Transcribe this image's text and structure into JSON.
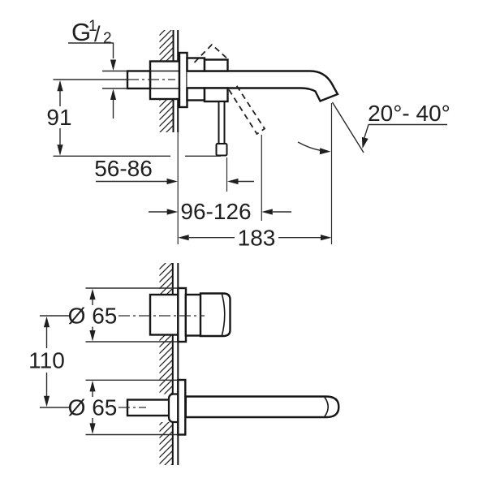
{
  "drawing": {
    "side_view": {
      "thread_label": {
        "label": "G 1/2",
        "g": "G",
        "numerator": "1",
        "slash": "/",
        "denominator": "2"
      },
      "inlet_height": "91",
      "wall_depth_range": "56-86",
      "handle_projection_range": "96-126",
      "spout_projection": "183",
      "spout_angle_range": "20°- 40°"
    },
    "lower_view": {
      "top_escutcheon_diameter": "Ø 65",
      "center_distance": "110",
      "bottom_escutcheon_diameter": "Ø 65"
    }
  }
}
